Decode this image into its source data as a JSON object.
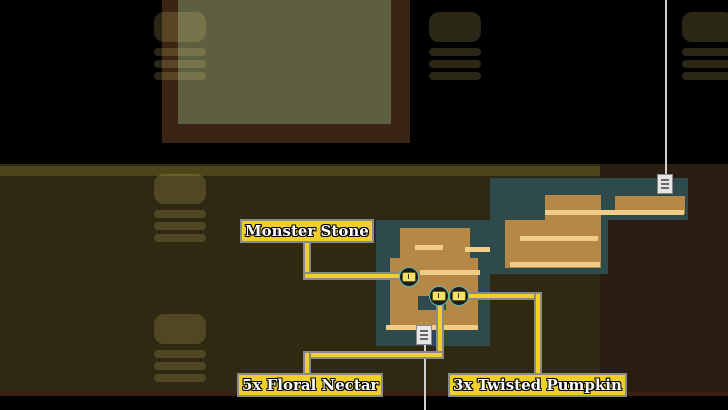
{
  "map": {
    "background_color": "#000000",
    "corridor_color": "#2f2912",
    "wall_color": "#2f4a4c",
    "floor_color": "#b58846",
    "platform_color": "#f1cc86"
  },
  "labels": [
    {
      "id": "monster-stone",
      "text": "Monster Stone"
    },
    {
      "id": "floral-nectar",
      "text": "5x Floral Nectar"
    },
    {
      "id": "twisted-pumpkin",
      "text": "3x Twisted Pumpkin"
    }
  ],
  "icons": {
    "chest": "treasure-chest-icon",
    "ladder": "ladder-exit-icon",
    "faint": "bee-shrine-icon"
  },
  "colors": {
    "label_bg": "#f1cf2b",
    "label_border": "#8a8a8a",
    "label_text": "#ffffff",
    "chest_ring": "#5ab9b8"
  }
}
